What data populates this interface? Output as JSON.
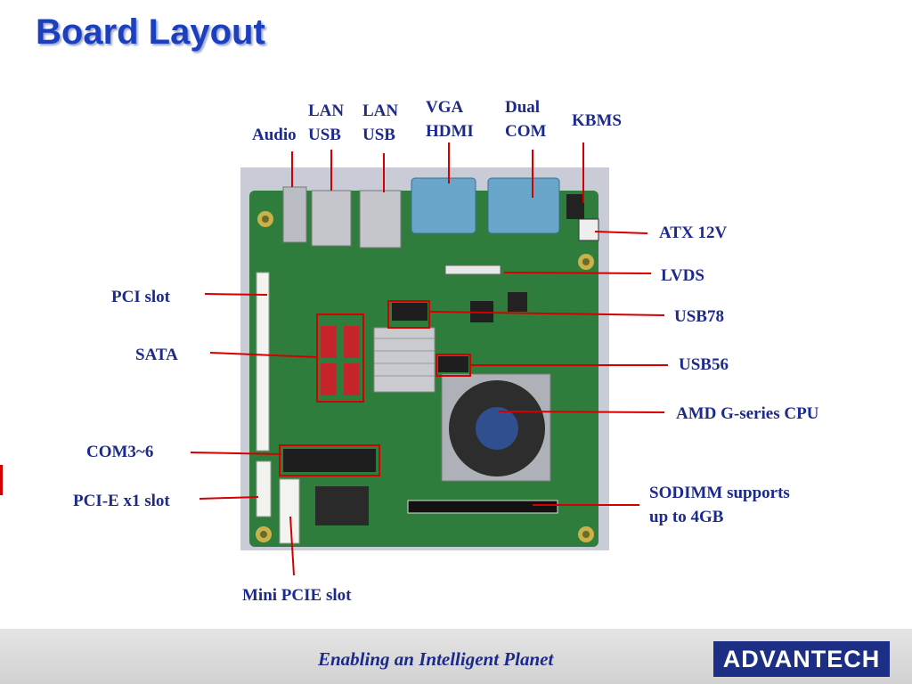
{
  "slide": {
    "title": "Board Layout"
  },
  "labels": {
    "audio": "Audio",
    "lan_usb_1": [
      "LAN",
      "USB"
    ],
    "lan_usb_2": [
      "LAN",
      "USB"
    ],
    "vga_hdmi": [
      "VGA",
      "HDMI"
    ],
    "dual_com": [
      "Dual",
      "COM"
    ],
    "kbms": "KBMS",
    "atx_12v": "ATX 12V",
    "lvds": "LVDS",
    "usb78": "USB78",
    "usb56": "USB56",
    "amd_cpu": "AMD G-series CPU",
    "sodimm": [
      "SODIMM supports",
      "up to 4GB"
    ],
    "pci_slot": "PCI slot",
    "sata": "SATA",
    "com3_6": "COM3~6",
    "pcie_x1": "PCI-E x1 slot",
    "mini_pcie": "Mini PCIE  slot"
  },
  "footer": {
    "tagline": "Enabling an Intelligent Planet",
    "logo": "ADVANTECH"
  },
  "colors": {
    "title": "#1a3fbf",
    "label": "#1c2a8c",
    "callout": "#d40000",
    "pcb": "#2f7d3c",
    "logo_bg": "#1c2f85"
  }
}
